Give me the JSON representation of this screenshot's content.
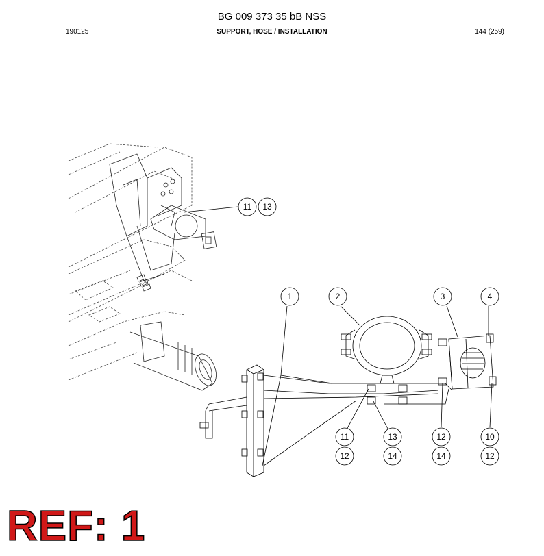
{
  "header": {
    "doc_id": "BG 009 373 35 bB NSS",
    "date_code": "190125",
    "section_title": "SUPPORT, HOSE / INSTALLATION",
    "page": "144 (259)"
  },
  "callouts": {
    "overview": [
      "11",
      "13"
    ],
    "top": [
      "1",
      "2",
      "3",
      "4"
    ],
    "bottom_row1": [
      "11",
      "13",
      "12",
      "10"
    ],
    "bottom_row2": [
      "12",
      "14",
      "14",
      "12"
    ]
  },
  "footer": {
    "ref_label": "REF: 1"
  },
  "colors": {
    "ref_fill": "#d01818",
    "line": "#000000"
  }
}
